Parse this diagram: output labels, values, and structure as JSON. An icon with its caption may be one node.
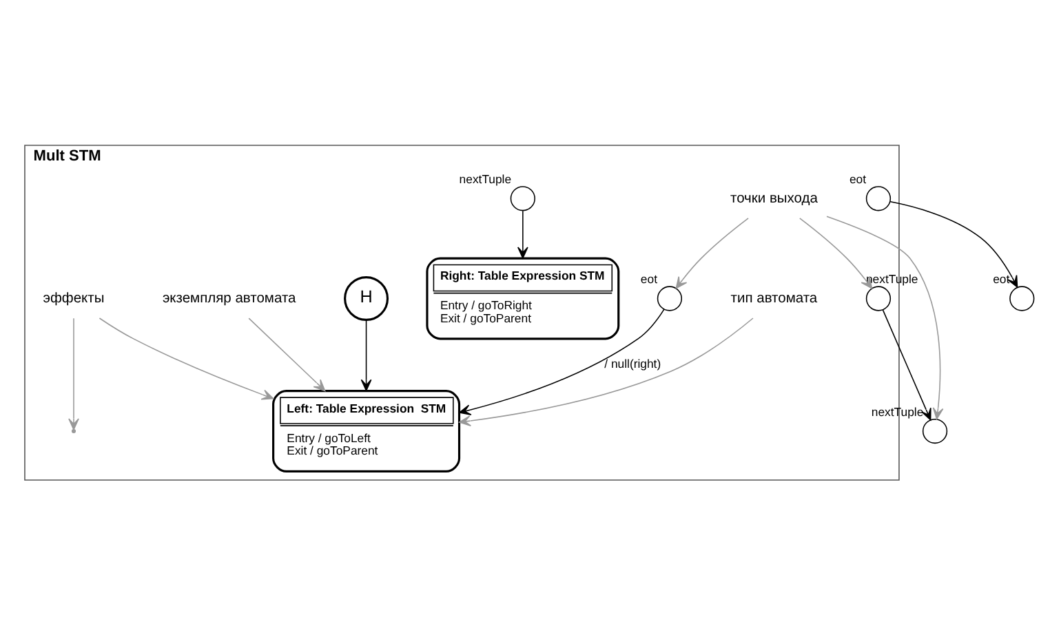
{
  "diagram": {
    "nodes": [
      {
        "text": [
          "Mult STM"
        ]
      },
      {
        "text": [
          "H"
        ],
        "in": 0
      },
      {
        "text": [
          "Left: Table Expression  STM",
          "Entry / goToLeft",
          "Exit / goToParent"
        ],
        "in": 0
      },
      {
        "text": [],
        "shape": "circle",
        "beside": [
          "eot"
        ],
        "in": 0
      },
      {
        "text": [],
        "shape": "circle",
        "beside": [
          "nextTuple"
        ],
        "in": 0
      },
      {
        "text": [
          "Right: Table Expression STM",
          "Entry / goToRight",
          "Exit / goToParent"
        ],
        "in": 0
      },
      {
        "text": [],
        "shape": "circle",
        "beside": [
          "eot"
        ],
        "in": 0
      },
      {
        "text": [],
        "shape": "circle",
        "beside": [
          "nextTuple"
        ],
        "in": 0
      },
      {
        "text": [],
        "shape": "circle",
        "beside": [
          "eot"
        ]
      },
      {
        "text": [],
        "shape": "circle",
        "beside": [
          "nextTuple"
        ]
      },
      {
        "text": [
          "экземпляр автомата"
        ],
        "in": 0
      },
      {
        "text": [
          "тип автомата"
        ],
        "in": 0
      },
      {
        "text": [
          "эффекты"
        ],
        "in": 0
      },
      {
        "text": [
          "точки выхода"
        ],
        "in": 0
      }
    ],
    "edges": [
      {
        "from": 1,
        "to": 2,
        "arrow": "to",
        "color": "#000000"
      },
      {
        "from": 3,
        "to": 8,
        "arrow": "to",
        "color": "#000000"
      },
      {
        "from": 4,
        "to": 5,
        "arrow": "to",
        "color": "#000000"
      },
      {
        "from": 6,
        "to": 2,
        "arrow": "to",
        "label": "/ null(right)",
        "color": "#000000"
      },
      {
        "from": 7,
        "to": 9,
        "arrow": "to",
        "color": "#000000"
      },
      {
        "from": 10,
        "to": 2,
        "arrow": "to"
      },
      {
        "from": 11,
        "to": 2,
        "arrow": "to"
      },
      {
        "from": 12,
        "to": 2,
        "arrow": "to"
      },
      {
        "from": 12,
        "to": null,
        "arrow": "to"
      },
      {
        "from": 13,
        "to": 6,
        "arrow": "to"
      },
      {
        "from": 13,
        "to": 7,
        "arrow": "to"
      },
      {
        "from": 13,
        "to": 9,
        "arrow": "to"
      }
    ]
  }
}
